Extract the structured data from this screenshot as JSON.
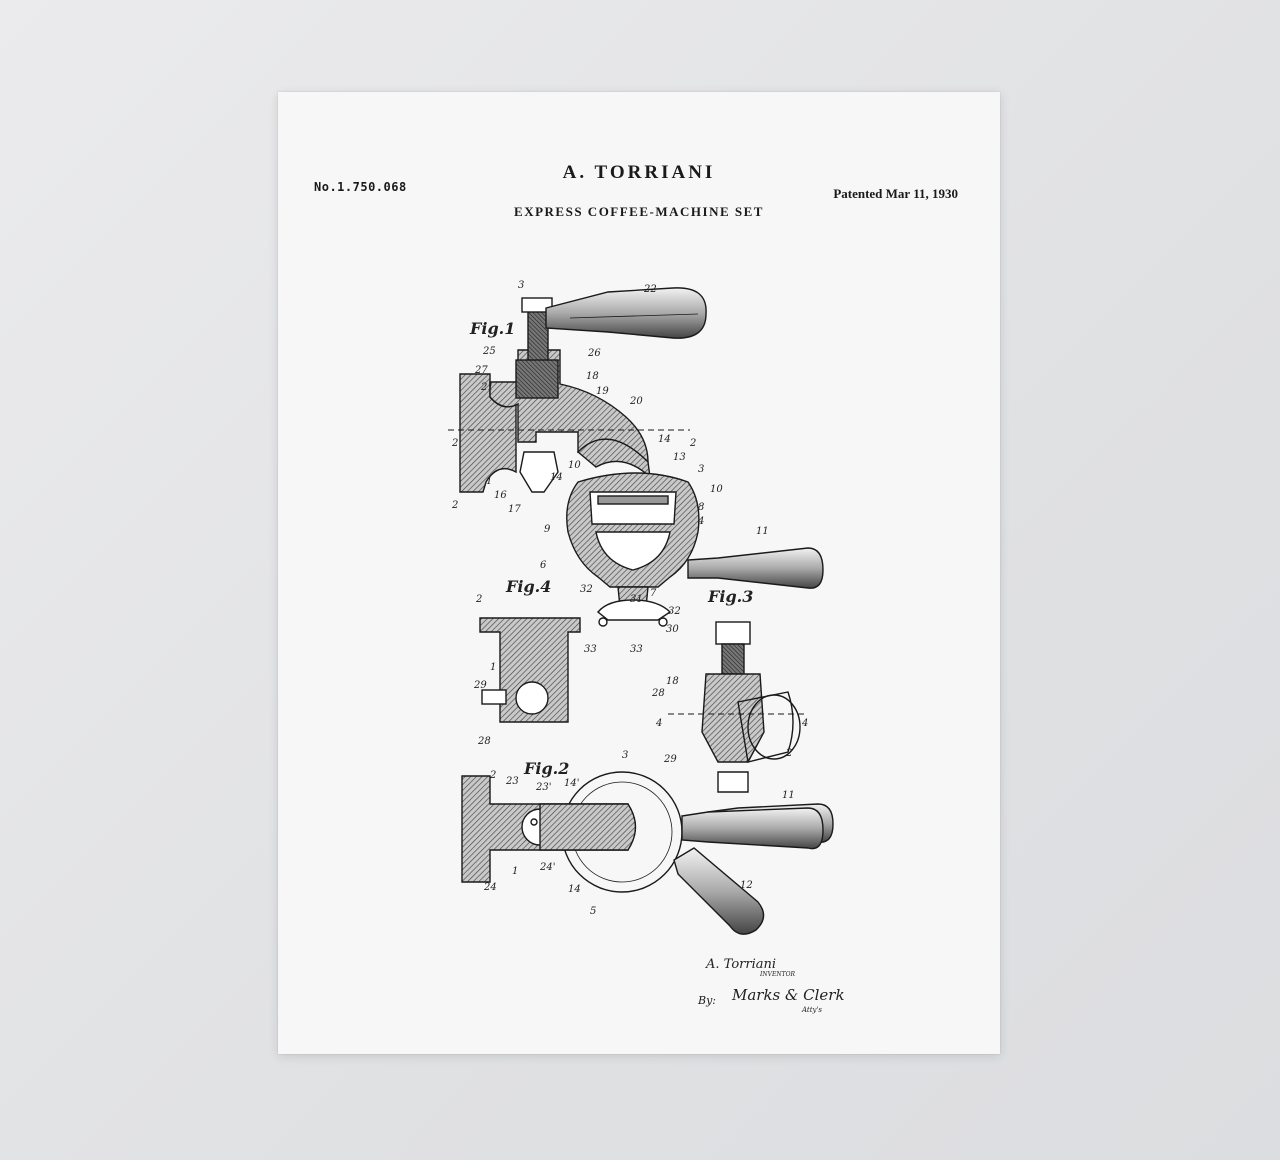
{
  "header": {
    "patent_number": "No.1.750.068",
    "inventor": "A. TORRIANI",
    "title": "EXPRESS COFFEE-MACHINE SET",
    "date": "Patented Mar 11, 1930"
  },
  "figures": {
    "fig1": "Fig.1",
    "fig2": "Fig.2",
    "fig3": "Fig.3",
    "fig4": "Fig.4"
  },
  "signature": {
    "inventor_name": "A. Torriani",
    "inventor_role": "INVENTOR",
    "by": "By:",
    "attorney": "Marks & Clerk",
    "attorney_role": "Atty's"
  },
  "reference_numerals": {
    "fig1": [
      "3",
      "22",
      "25",
      "26",
      "27",
      "21",
      "18",
      "19",
      "20",
      "2",
      "14",
      "2",
      "13",
      "3",
      "10",
      "8",
      "4",
      "17",
      "16",
      "1",
      "14",
      "10",
      "9",
      "6",
      "7",
      "11",
      "2"
    ],
    "fig4": [
      "2",
      "1",
      "29",
      "28"
    ],
    "fig3": [
      "18",
      "28",
      "4",
      "4",
      "29",
      "2",
      "11"
    ],
    "fig2": [
      "3",
      "2",
      "23",
      "23'",
      "14'",
      "24'",
      "1",
      "24",
      "14",
      "5",
      "12"
    ],
    "fig1_lower": [
      "32",
      "31",
      "32",
      "30",
      "33",
      "33"
    ]
  },
  "colors": {
    "backdrop": "#e2e3e5",
    "paper": "#f7f7f7",
    "ink": "#1a1a1a"
  }
}
